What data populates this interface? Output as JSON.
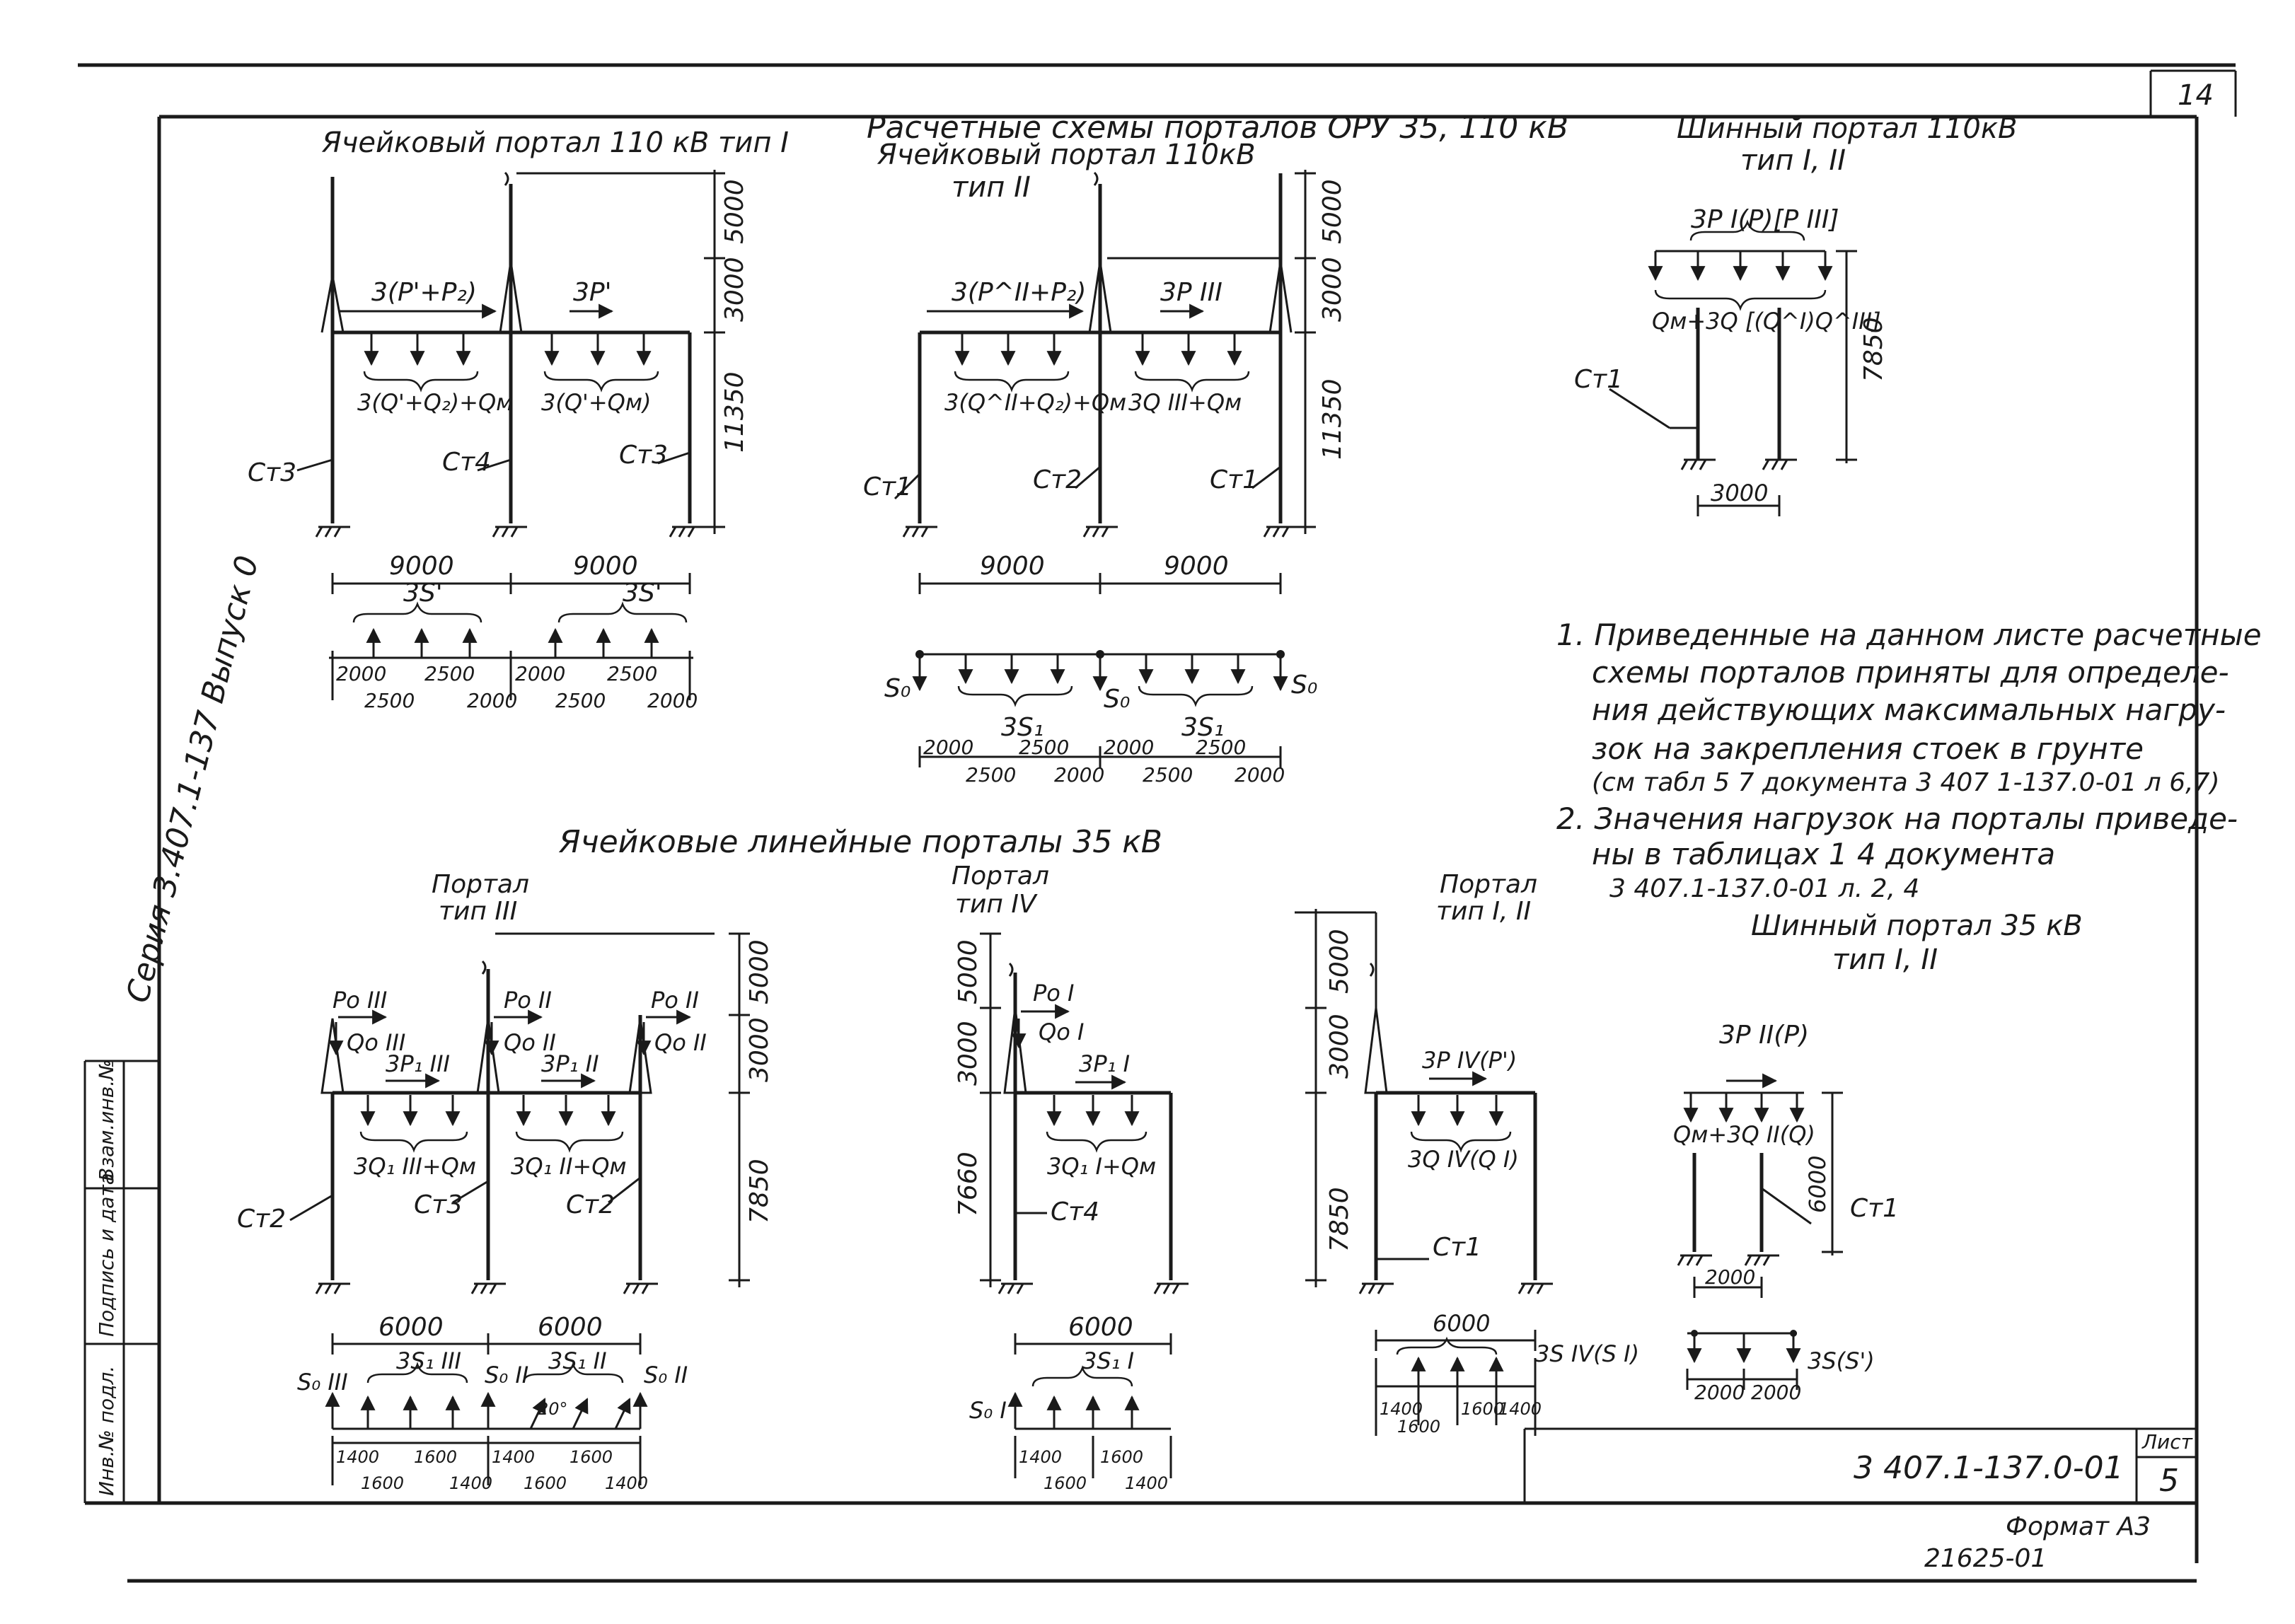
{
  "sheet": {
    "page_number": "14",
    "series_vertical": "Серия 3.407.1-137 Выпуск 0",
    "doc_code": "3 407.1-137.0-01",
    "sheet_label": "Лист",
    "sheet_number": "5",
    "format": "Формат А3",
    "archive_number": "21625-01",
    "stamp": {
      "inv_podl": "Инв.№ подл.",
      "podpis_data": "Подпись и дата",
      "vzam_inv": "Взам.инв.№"
    }
  },
  "titles": {
    "main": "Расчетные схемы порталов ОРУ 35, 110 кВ",
    "row2": "Ячейковые линейные порталы 35 кВ"
  },
  "schemes": {
    "s1": {
      "title": "Ячейковый портал 110 кВ тип I",
      "load_left": "3(P'+P₂)",
      "load_right": "3P'",
      "dist_left": "3(Q'+Q₂)+Qм",
      "dist_right": "3(Q'+Qм)",
      "col_left": "Ст3",
      "col_mid": "Ст4",
      "col_right": "Ст3",
      "h_top": "5000",
      "h_mid": "3000",
      "h_low": "11350",
      "span_1": "9000",
      "span_2": "9000",
      "s_left": "3S'",
      "s_right": "3S'",
      "dims_upper": [
        "2000",
        "2500",
        "2000",
        "2500"
      ],
      "dims_lower": [
        "2500",
        "2000",
        "2500",
        "2000"
      ]
    },
    "s2": {
      "title": "Ячейковый портал 110кВ",
      "subtitle": "тип II",
      "load_left": "3(P^II+P₂)",
      "load_right": "3P III",
      "dist_left": "3(Q^II+Q₂)+Qм",
      "dist_right": "3Q III+Qм",
      "col_left": "Ст1",
      "col_mid": "Ст2",
      "col_right": "Ст1",
      "h_top": "5000",
      "h_mid": "3000",
      "h_low": "11350",
      "span_1": "9000",
      "span_2": "9000",
      "so": "S₀",
      "s_mid": "3S₁",
      "dims_upper": [
        "2000",
        "2500",
        "2000",
        "2500"
      ],
      "dims_lower": [
        "2500",
        "2000",
        "2500",
        "2000"
      ]
    },
    "s3": {
      "title": "Шинный портал 110кВ",
      "subtitle": "тип I, II",
      "load_top": "3P I(P)[P III]",
      "dist": "Qм+3Q [(Q^I)Q^III]",
      "col": "Ст1",
      "height": "7850",
      "span": "3000"
    },
    "s4": {
      "title": "Портал",
      "subtitle": "тип III",
      "po_1": "Pо III",
      "qo_1": "Qо III",
      "po_2": "Pо II",
      "qo_2": "Qо II",
      "po_3": "Pо II",
      "qo_3": "Qо II",
      "load_1": "3P₁ III",
      "load_2": "3P₁ II",
      "dist_1": "3Q₁ III+Qм",
      "dist_2": "3Q₁ II+Qм",
      "col_left": "Ст2",
      "col_mid": "Ст3",
      "col_right": "Ст2",
      "h_top": "5000",
      "h_mid": "3000",
      "h_low": "7850",
      "span_1": "6000",
      "span_2": "6000",
      "so_1": "S₀ III",
      "s_1": "3S₁ III",
      "so_2": "S₀ II",
      "s_2": "3S₁ II",
      "so_3": "S₀ II",
      "angle": "20°",
      "dims_upper": [
        "1400",
        "1600",
        "1400",
        "1600"
      ],
      "dims_lower": [
        "1600",
        "1400",
        "1600",
        "1400"
      ]
    },
    "s5": {
      "title": "Портал",
      "subtitle": "тип IV",
      "po": "Pо I",
      "qo": "Qо I",
      "load": "3P₁ I",
      "dist": "3Q₁ I+Qм",
      "col": "Ст4",
      "h_top": "5000",
      "h_mid": "3000",
      "h_low": "7660",
      "span": "6000",
      "s": "3S₁ I",
      "so": "S₀ I",
      "dims_upper": [
        "1400",
        "1600"
      ],
      "dims_lower": [
        "1600",
        "1400"
      ]
    },
    "s6": {
      "title": "Портал",
      "subtitle": "тип I, II",
      "load": "3P IV(P')",
      "dist": "3Q IV(Q I)",
      "col": "Ст1",
      "h_top": "5000",
      "h_mid": "3000",
      "h_low": "7850",
      "span": "6000",
      "s": "3S IV(S I)",
      "dims_upper": [
        "1400",
        "1600",
        "1400"
      ],
      "dims_lower": [
        "1600"
      ]
    },
    "s7": {
      "title": "Шинный портал 35 кВ",
      "subtitle": "тип I, II",
      "load": "3P II(P)",
      "dist": "Qм+3Q II(Q)",
      "col": "Ст1",
      "height": "6000",
      "span": "2000",
      "s": "3S(S')",
      "dims": [
        "2000",
        "2000"
      ]
    }
  },
  "notes": [
    "1. Приведенные на данном листе расчетные",
    "схемы порталов приняты для определе-",
    "ния действующих максимальных нагру-",
    "зок на закрепления стоек в грунте",
    "(см табл 5  7 документа 3 407 1-137.0-01 л 6,7)",
    "2. Значения нагрузок на порталы приведе-",
    "ны в таблицах 1  4 документа",
    "3 407.1-137.0-01 л. 2, 4"
  ]
}
